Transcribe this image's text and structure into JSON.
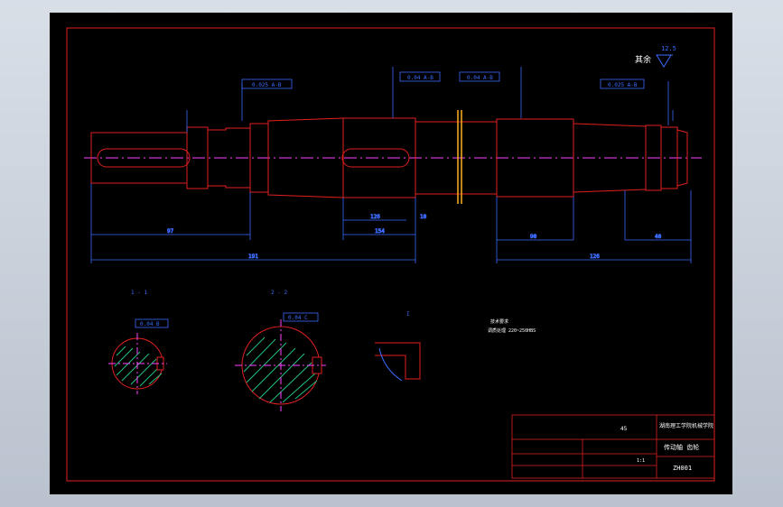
{
  "drawing": {
    "roughness_other": "其余",
    "roughness_value": "12.5",
    "tolerances": {
      "runout_left": "0.025 A-B",
      "runout_mid1": "0.04 A-B",
      "runout_mid2": "0.04 A-B",
      "runout_right": "0.025 A-B",
      "sym_section1": "0.04 B",
      "sym_section2": "0.04 C"
    },
    "dims": {
      "left_len": "97",
      "total_len": "191",
      "mid_126": "126",
      "mid_154": "154",
      "mid_10": "10",
      "right_90": "90",
      "right_len": "126",
      "right_40": "40"
    },
    "section_labels": {
      "s1": "1 - 1",
      "s2": "2 - 2",
      "detail": "I"
    },
    "notes": {
      "title": "技术要求",
      "line1": "调质处理  220~250HBS"
    },
    "title_block": {
      "material": "45",
      "school": "湖南理工学院机械学院",
      "part_name": "传动轴  齿轮",
      "drawing_no": "ZH001",
      "scale": "1:1"
    }
  }
}
